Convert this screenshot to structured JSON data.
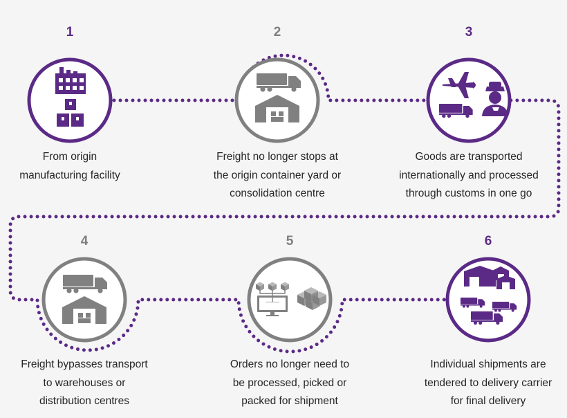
{
  "colors": {
    "purple": "#5b2a86",
    "grey": "#7f7f7f",
    "background": "#f5f5f5",
    "text": "#262626"
  },
  "steps": [
    {
      "number": "1",
      "color": "purple",
      "icons": [
        "factory-icon",
        "pallet-boxes-icon"
      ],
      "caption": [
        "From origin",
        "manufacturing facility"
      ]
    },
    {
      "number": "2",
      "color": "grey",
      "icons": [
        "truck-icon",
        "warehouse-icon"
      ],
      "caption": [
        "Freight no longer stops at",
        "the origin container yard or",
        "consolidation centre"
      ]
    },
    {
      "number": "3",
      "color": "purple",
      "icons": [
        "airplane-icon",
        "customs-officer-icon",
        "truck-icon"
      ],
      "caption": [
        "Goods are transported",
        "internationally and processed",
        "through customs in one go"
      ]
    },
    {
      "number": "4",
      "color": "grey",
      "icons": [
        "truck-icon",
        "warehouse-icon"
      ],
      "caption": [
        "Freight bypasses transport",
        "to warehouses or",
        "distribution centres"
      ]
    },
    {
      "number": "5",
      "color": "grey",
      "icons": [
        "computer-monitor-icon",
        "boxes-icon"
      ],
      "caption": [
        "Orders no longer need to",
        "be processed, picked or",
        "packed for shipment"
      ]
    },
    {
      "number": "6",
      "color": "purple",
      "icons": [
        "distribution-buildings-icon",
        "delivery-trucks-icon"
      ],
      "caption": [
        "Individual shipments are",
        "tendered to delivery carrier",
        "for final delivery"
      ]
    }
  ]
}
